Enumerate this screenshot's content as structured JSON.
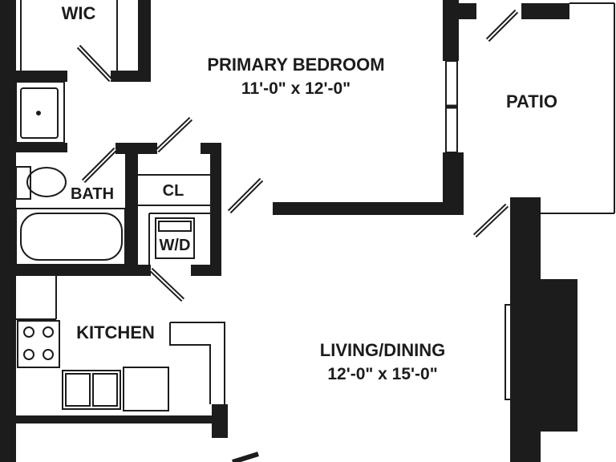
{
  "rooms": {
    "wic": {
      "name": "WIC"
    },
    "primary_bedroom": {
      "name": "PRIMARY BEDROOM",
      "dimensions": "11'-0\" x 12'-0\""
    },
    "patio": {
      "name": "PATIO"
    },
    "bath": {
      "name": "BATH"
    },
    "closet": {
      "name": "CL"
    },
    "washer_dryer": {
      "name": "W/D"
    },
    "kitchen": {
      "name": "KITCHEN"
    },
    "living_dining": {
      "name": "LIVING/DINING",
      "dimensions": "12'-0\" x 15'-0\""
    }
  },
  "colors": {
    "wall": "#1c1c1c",
    "fixture_line": "#1c1c1c",
    "background": "#ffffff"
  }
}
